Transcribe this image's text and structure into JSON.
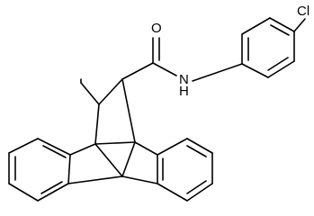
{
  "molecule": {
    "atom_labels": {
      "chlorine": "Cl",
      "oxygen": "O",
      "amide_nitrogen": "N",
      "amide_hydrogen": "H"
    }
  }
}
